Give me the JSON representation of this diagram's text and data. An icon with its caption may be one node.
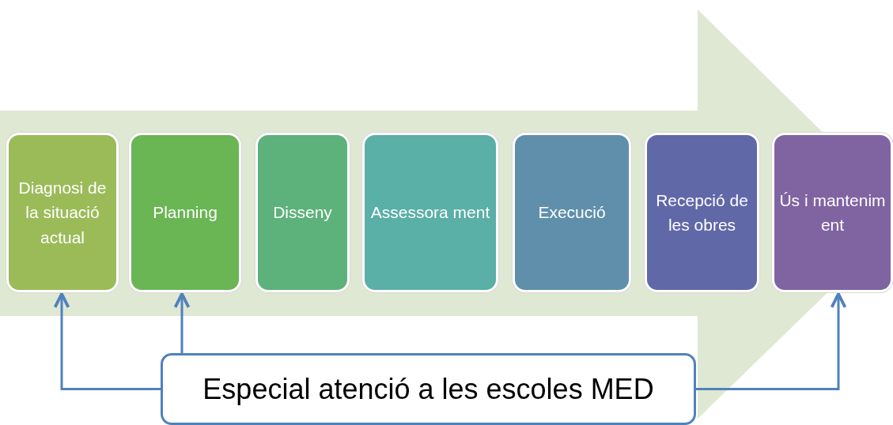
{
  "diagram": {
    "nodes": [
      {
        "text": [
          "Diagnosi de la situació actual"
        ]
      },
      {
        "text": [
          "Planning"
        ]
      },
      {
        "text": [
          "Disseny"
        ]
      },
      {
        "text": [
          "Assessora ment"
        ]
      },
      {
        "text": [
          "Execució"
        ]
      },
      {
        "text": [
          "Recepció de les obres"
        ]
      },
      {
        "text": [
          "Ús i mantenim ent"
        ]
      },
      {
        "text": [
          "Especial atenció a les escoles MED"
        ]
      }
    ],
    "edges": [
      {
        "from": 7,
        "to": 0,
        "arrow": "to"
      },
      {
        "from": 7,
        "to": 1,
        "arrow": "to"
      },
      {
        "from": 7,
        "to": 6,
        "arrow": "to"
      },
      {
        "from": 0,
        "to": 6,
        "arrow": "to",
        "style": "thick",
        "color": "#dfe8d2"
      }
    ]
  }
}
